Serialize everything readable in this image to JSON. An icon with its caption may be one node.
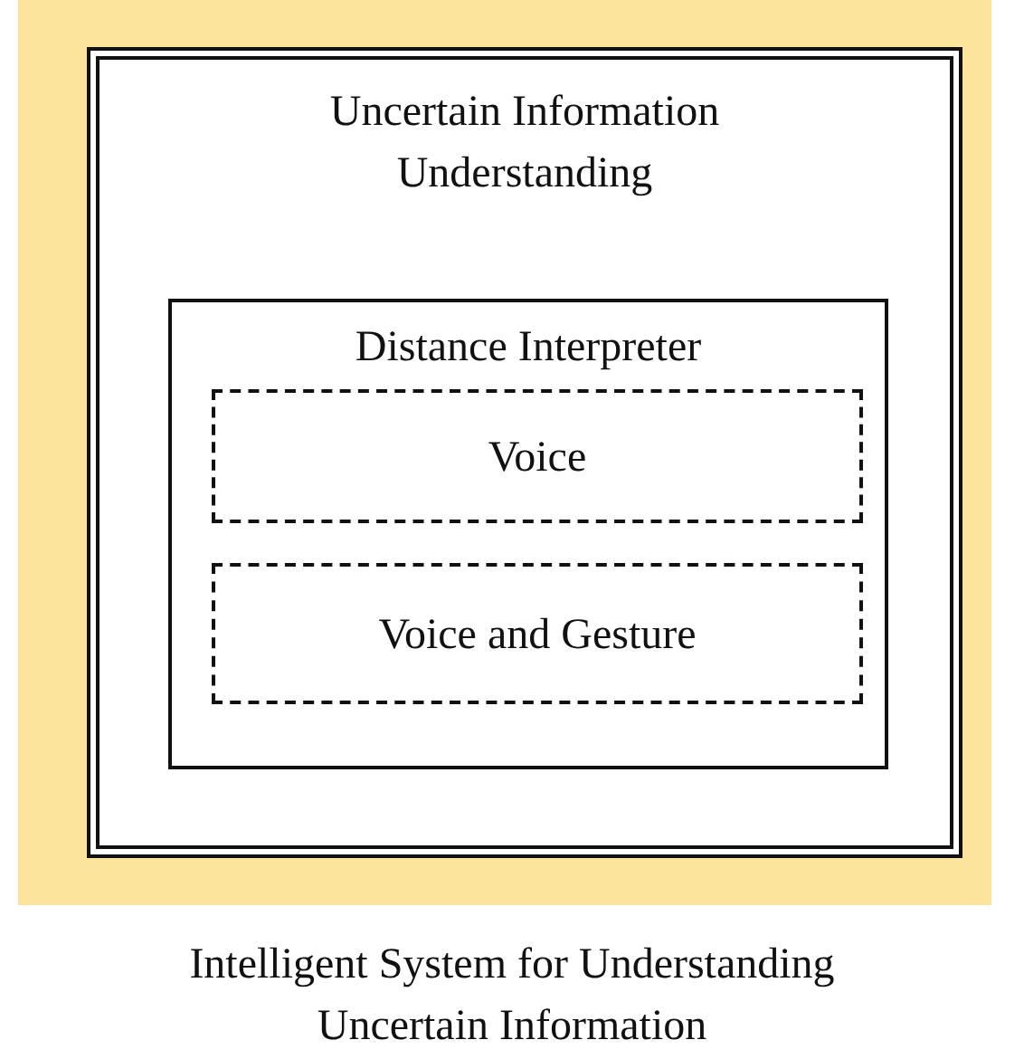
{
  "diagram": {
    "caption": "Intelligent System for Understanding Uncertain Information",
    "nodes": [
      {
        "text": [
          "Uncertain Information Understanding"
        ]
      },
      {
        "text": [
          "Distance Interpreter"
        ],
        "in": 0
      },
      {
        "text": [
          "Voice"
        ],
        "in": 1
      },
      {
        "text": [
          "Voice and Gesture"
        ],
        "in": 1
      }
    ]
  }
}
